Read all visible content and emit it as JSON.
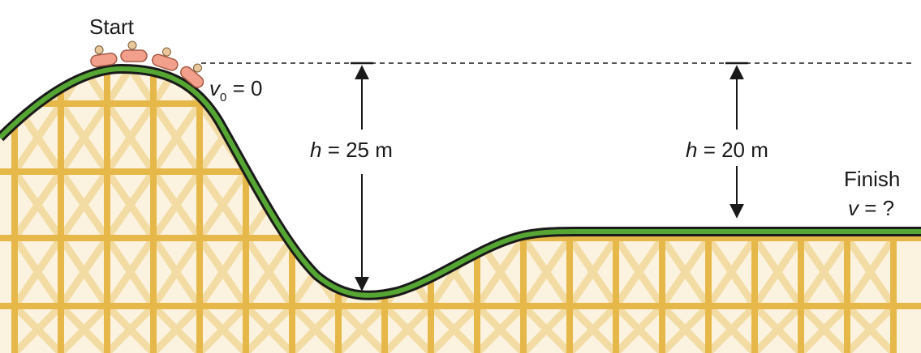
{
  "labels": {
    "start": "Start",
    "v0_var": "v",
    "v0_sub": "0",
    "v0_rest": " = 0",
    "h1_var": "h",
    "h1_rest": " = 25 m",
    "h2_var": "h",
    "h2_rest": " = 20 m",
    "finish": "Finish",
    "v_var": "v",
    "v_rest": " = ?"
  },
  "colors": {
    "track": "#1a1a1a",
    "track_fill": "#55a632",
    "scaffold": "#e6b84a",
    "scaffold_light": "#f3dca3",
    "car": "#f2a08c",
    "text": "#1a1a1a"
  },
  "icons": [
    "roller-coaster-cars"
  ]
}
